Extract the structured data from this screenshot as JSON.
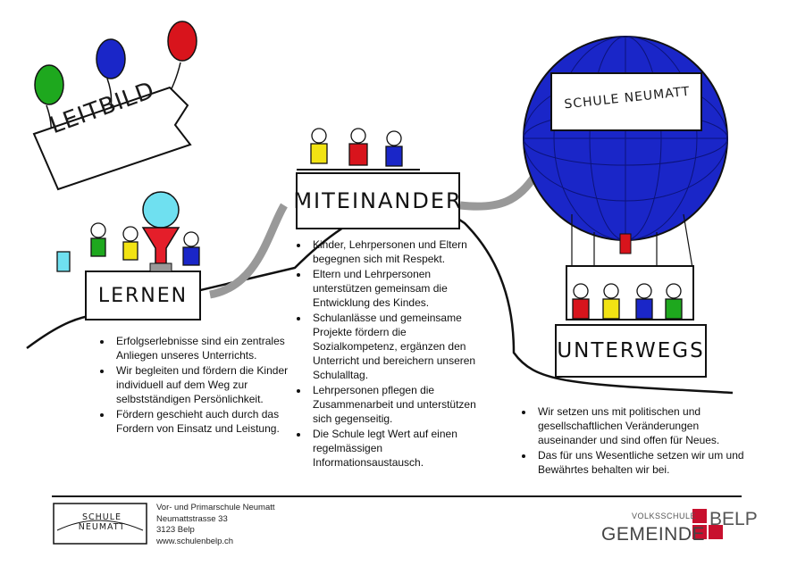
{
  "colors": {
    "balloon_blue": "#1a26c8",
    "balloon_red": "#d8141c",
    "balloon_green": "#1ea81e",
    "balloon_cyan": "#6fe0f0",
    "funnel_red": "#e41e2a",
    "gemeinde_red": "#c8102e"
  },
  "banner": {
    "title": "LEITBILD"
  },
  "balloon_sign": {
    "text": "SCHULE NEUMATT"
  },
  "sections": {
    "lernen": {
      "label": "LERNEN",
      "points": [
        "Erfolgserlebnisse sind ein zentrales Anliegen unseres Unterrichts.",
        "Wir begleiten und fördern die Kinder individuell auf dem Weg zur selbstständigen Persönlichkeit.",
        "Fördern geschieht auch durch das Fordern von Einsatz und Leistung."
      ]
    },
    "miteinander": {
      "label": "MITEINANDER",
      "points": [
        "Kinder, Lehrpersonen und Eltern begegnen sich mit Respekt.",
        "Eltern und Lehrpersonen unterstützen gemeinsam die Entwicklung des Kindes.",
        "Schulanlässe und gemeinsame Projekte fördern die Sozialkompetenz, ergänzen den Unterricht und bereichern unseren Schulalltag.",
        "Lehrpersonen pflegen die Zusammenarbeit und unterstützen sich gegenseitig.",
        "Die Schule legt Wert auf einen regelmässigen Informationsaustausch."
      ]
    },
    "unterwegs": {
      "label": "UNTERWEGS",
      "points": [
        "Wir setzen uns mit politischen und gesellschaftlichen Veränderungen auseinander und sind offen für Neues.",
        "Das für uns Wesentliche setzen wir um und Bewährtes behalten wir bei."
      ]
    }
  },
  "footer": {
    "logo_text": "SCHULE NEUMATT",
    "school_name": "Vor- und Primarschule Neumatt",
    "street": "Neumattstrasse 33",
    "city": "3123 Belp",
    "website": "www.schulenbelp.ch",
    "gemeinde_small": "VOLKSSCHULE",
    "gemeinde_big": "GEMEINDE",
    "gemeinde_belp": "BELP"
  }
}
